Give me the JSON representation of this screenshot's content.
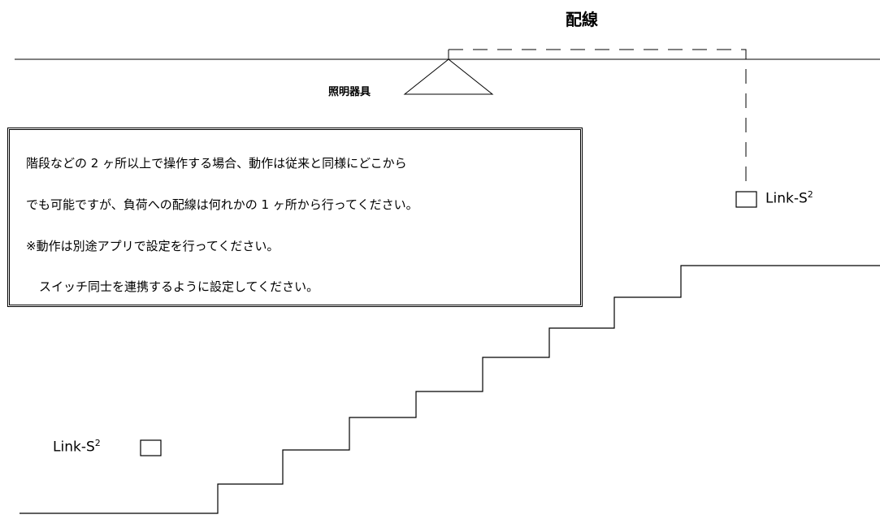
{
  "diagram": {
    "title": "配線",
    "fixture_label": "照明器具",
    "note_lines": [
      "階段などの 2 ヶ所以上で操作する場合、動作は従来と同様にどこから",
      "でも可能ですが、負荷への配線は何れかの 1 ヶ所から行ってください。",
      "※動作は別途アプリで設定を行ってください。",
      "スイッチ同士を連携するように設定してください。"
    ],
    "switch_upper": {
      "name": "Link-S",
      "superscript": "2"
    },
    "switch_lower": {
      "name": "Link-S",
      "superscript": "2"
    }
  }
}
